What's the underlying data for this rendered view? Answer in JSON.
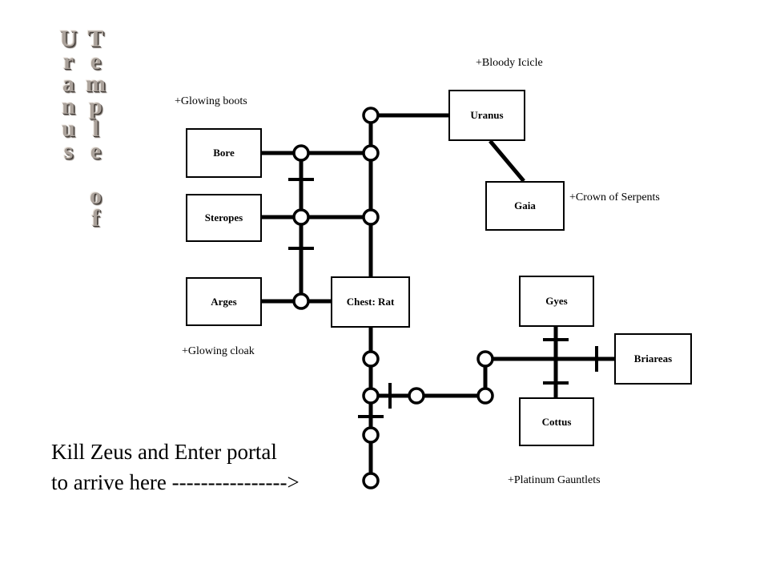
{
  "title": {
    "text": "Temple of Uranus"
  },
  "rooms": [
    {
      "id": "uranus",
      "label": "Uranus"
    },
    {
      "id": "bore",
      "label": "Bore"
    },
    {
      "id": "steropes",
      "label": "Steropes"
    },
    {
      "id": "arges",
      "label": "Arges"
    },
    {
      "id": "chest-rat",
      "label": "Chest: Rat"
    },
    {
      "id": "gaia",
      "label": "Gaia"
    },
    {
      "id": "gyes",
      "label": "Gyes"
    },
    {
      "id": "briareas",
      "label": "Briareas"
    },
    {
      "id": "cottus",
      "label": "Cottus"
    }
  ],
  "item_labels": [
    {
      "id": "bloody-icicle",
      "text": "+Bloody Icicle"
    },
    {
      "id": "glowing-boots",
      "text": "+Glowing boots"
    },
    {
      "id": "crown-of-serpents",
      "text": "+Crown of Serpents"
    },
    {
      "id": "glowing-cloak",
      "text": "+Glowing cloak"
    },
    {
      "id": "platinum-gauntlets",
      "text": "+Platinum Gauntlets"
    }
  ],
  "note": {
    "line1": "Kill Zeus and Enter portal",
    "line2": "to arrive here ---------------->"
  },
  "colors": {
    "background": "#ffffff",
    "line": "#000000",
    "title_fill": "#aba29b"
  }
}
